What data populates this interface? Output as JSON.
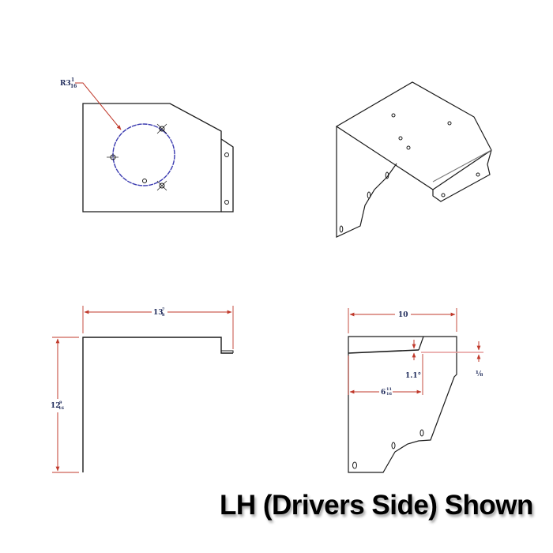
{
  "caption": "LH (Drivers Side) Shown",
  "views": {
    "top_view": {
      "radius_label": "R3",
      "radius_frac_num": "1",
      "radius_frac_den": "16"
    },
    "isometric_view": {},
    "front_view": {
      "width_label": "13",
      "width_frac_num": "7",
      "width_frac_den": "8",
      "height_label": "12",
      "height_frac_num": "9",
      "height_frac_den": "16"
    },
    "side_view": {
      "width_label": "10",
      "angle_label": "1.1°",
      "offset_label": "6",
      "offset_frac_num": "11",
      "offset_frac_den": "16",
      "thickness_label": "⅛"
    }
  },
  "colors": {
    "line": "#1a1a1a",
    "dimension": "#c0392b",
    "circle": "#3b3bb0",
    "text": "#1e2a5a"
  }
}
